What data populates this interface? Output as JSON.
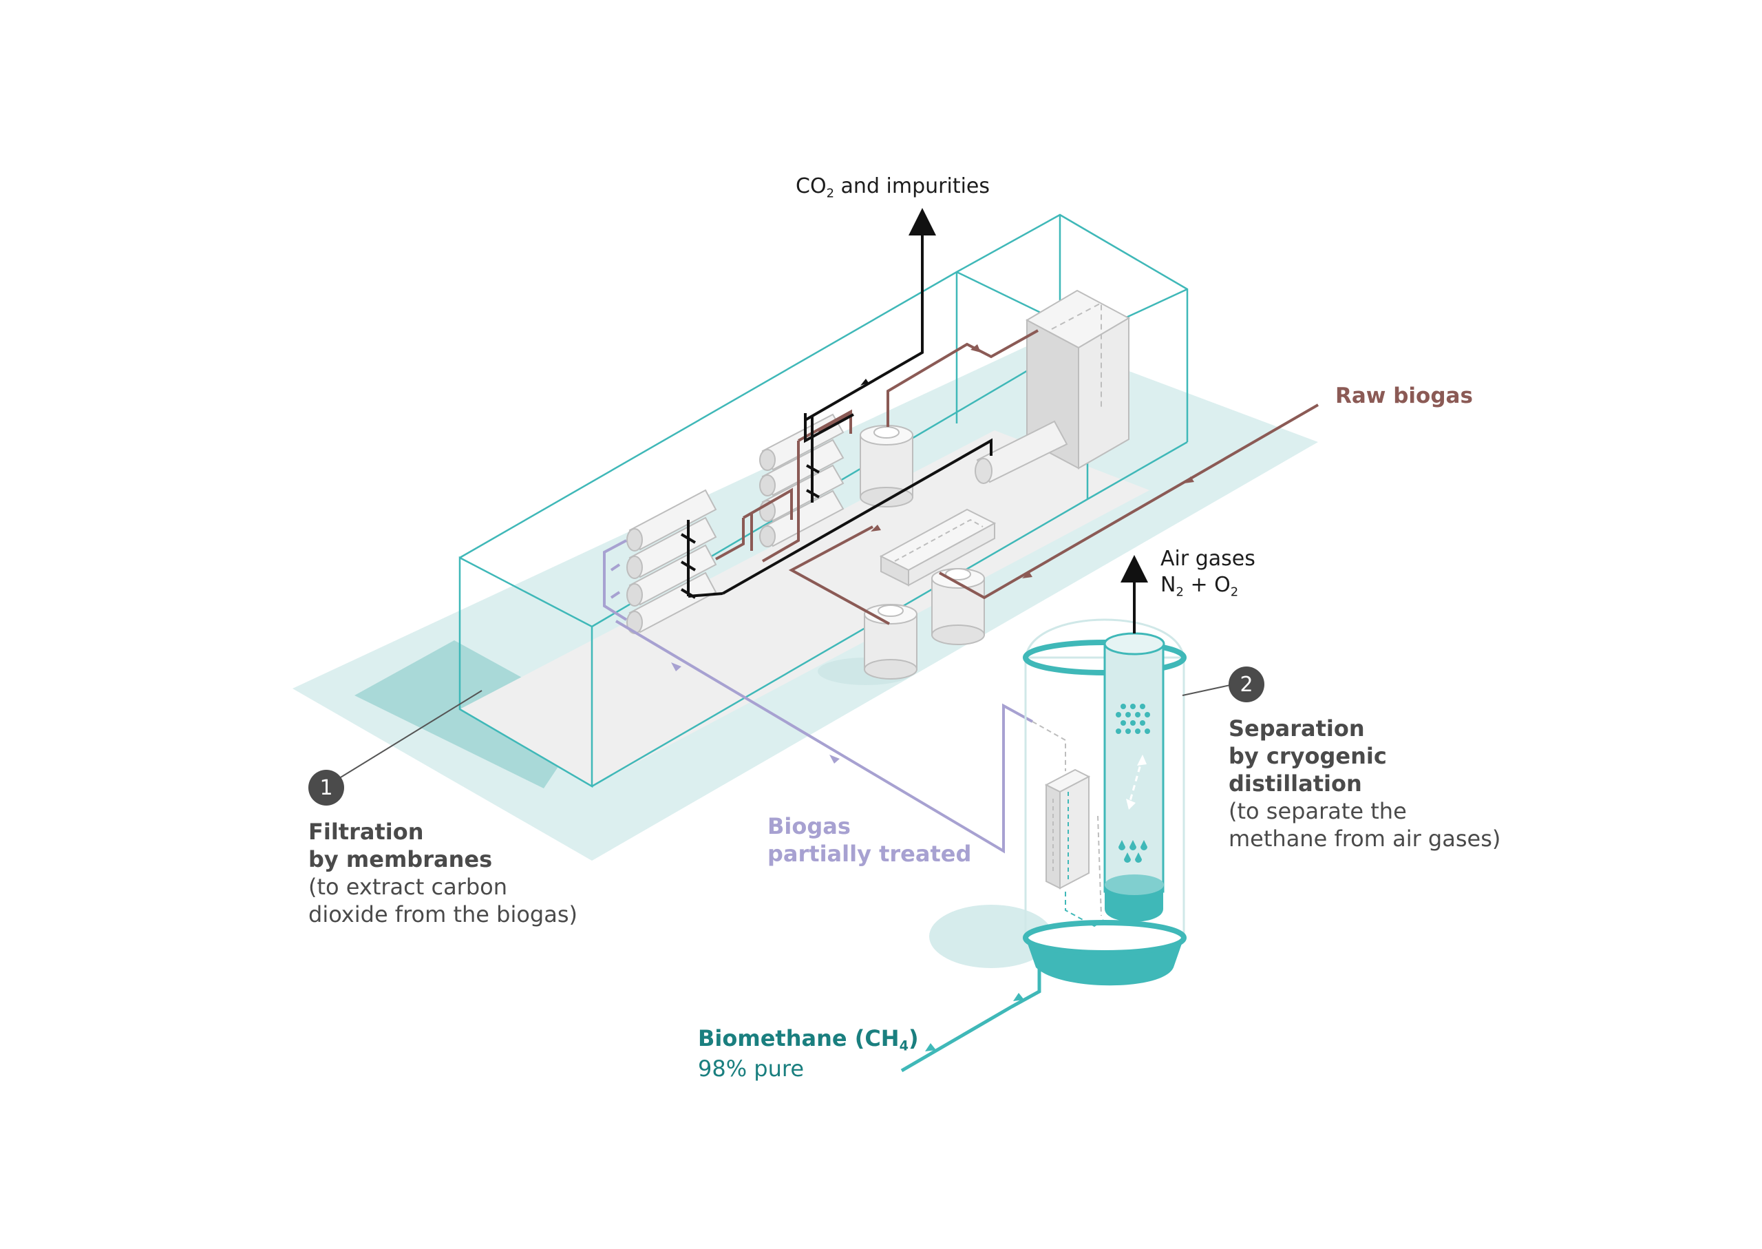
{
  "labels": {
    "co2_prefix": "CO",
    "co2_sub": "2",
    "co2_suffix": " and impurities",
    "raw_biogas": "Raw biogas",
    "air_gases_line1": "Air gases",
    "air_n": "N",
    "air_n_sub": "2",
    "air_plus_o": " + O",
    "air_o_sub": "2",
    "biogas_line1": "Biogas",
    "biogas_line2": "partially treated",
    "biomethane_prefix": "Biomethane (CH",
    "biomethane_sub": "4",
    "biomethane_suffix": ")",
    "biomethane_purity": "98% pure"
  },
  "steps": [
    {
      "number": "1",
      "title_line1": "Filtration",
      "title_line2": "by membranes",
      "desc_line1": "(to extract carbon",
      "desc_line2": "dioxide from the biogas)"
    },
    {
      "number": "2",
      "title_line1": "Separation",
      "title_line2": "by cryogenic",
      "title_line3": "distillation",
      "desc_line1": "(to separate the",
      "desc_line2": "methane from air gases)"
    }
  ],
  "colors": {
    "teal": "#3fb8b8",
    "teal_light": "#d6ecec",
    "teal_mid": "#a9d9d8",
    "brown": "#8b5a55",
    "lavender": "#a7a1d1",
    "biomethane_text": "#1a7f7f",
    "dark_text": "#4a4a4a"
  }
}
